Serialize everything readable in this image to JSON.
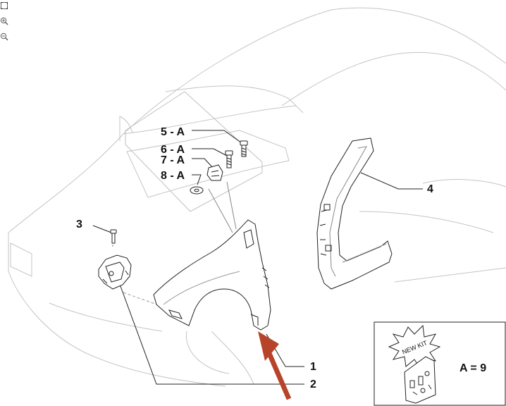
{
  "toolbar": {
    "tools": [
      {
        "name": "fit-view",
        "icon": "fit-to-screen-icon"
      },
      {
        "name": "zoom-in",
        "icon": "zoom-in-icon"
      },
      {
        "name": "zoom-out",
        "icon": "zoom-out-icon"
      }
    ]
  },
  "callouts": {
    "c1": "1",
    "c2": "2",
    "c3": "3",
    "c4": "4",
    "c5": "5 - A",
    "c6": "6 - A",
    "c7": "7 - A",
    "c8": "8 - A"
  },
  "kit_box": {
    "badge": "NEW KIT",
    "note": "A = 9"
  },
  "colors": {
    "outline": "#bdbdbd",
    "line": "#222222",
    "arrow": "#b8432b"
  }
}
